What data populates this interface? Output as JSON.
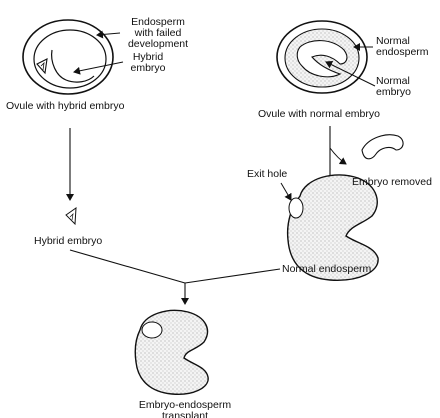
{
  "ovule_hybrid": {
    "caption": "Ovule with hybrid embryo",
    "endosperm_label": [
      "Endosperm",
      "with failed",
      "development"
    ],
    "embryo_label": [
      "Hybrid",
      "embryo"
    ]
  },
  "ovule_normal": {
    "caption": "Ovule with normal embryo",
    "endosperm_label": [
      "Normal",
      "endosperm"
    ],
    "embryo_label": [
      "Normal",
      "embryo"
    ]
  },
  "embryo_removed_label": "Embryo removed",
  "exit_hole_label": "Exit hole",
  "hybrid_embryo_label": "Hybrid embryo",
  "normal_endosperm_label": "Normal endosperm",
  "transplant_label": [
    "Embryo-endosperm",
    "transplant"
  ],
  "colors": {
    "ink": "#111111",
    "stipple": "#7a7a7a",
    "fill": "#f3f3f3"
  }
}
